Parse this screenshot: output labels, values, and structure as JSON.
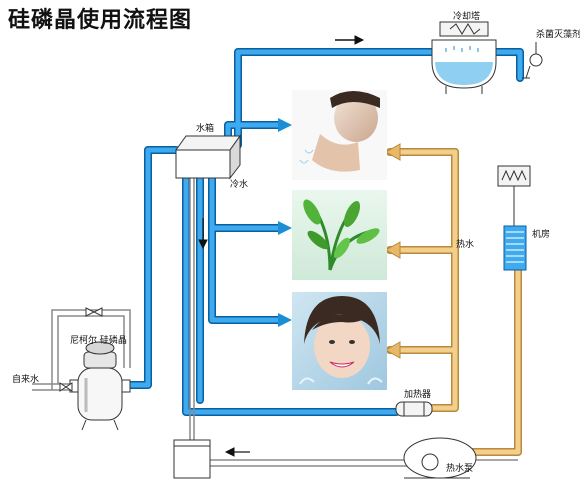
{
  "title": "硅磷晶使用流程图",
  "labels": {
    "cooling_tower": "冷却塔",
    "sterilizer": "杀菌灭藻剂",
    "water_tank": "水箱",
    "cold_water": "冷水",
    "hot_water": "热水",
    "machine_room": "机房",
    "heater": "加热器",
    "tap_water": "自来水",
    "filter": "尼柯尔 硅磷晶",
    "pump": "热水泵"
  },
  "colors": {
    "cold_pipe": "#1a8fd6",
    "hot_pipe": "#e8b86a",
    "arrow_cold": "#1a8fd6",
    "arrow_hot": "#e8b86a"
  }
}
